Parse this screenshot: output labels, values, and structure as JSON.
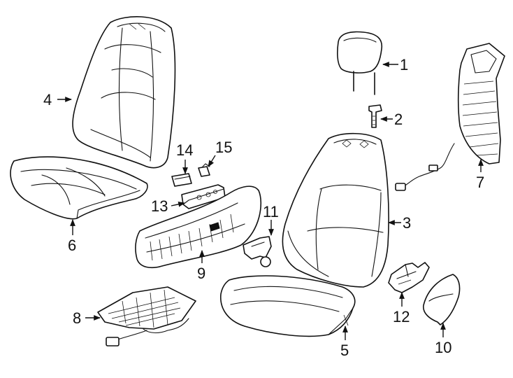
{
  "callouts": [
    {
      "id": "1",
      "label": "1"
    },
    {
      "id": "2",
      "label": "2"
    },
    {
      "id": "3",
      "label": "3"
    },
    {
      "id": "4",
      "label": "4"
    },
    {
      "id": "5",
      "label": "5"
    },
    {
      "id": "6",
      "label": "6"
    },
    {
      "id": "7",
      "label": "7"
    },
    {
      "id": "8",
      "label": "8"
    },
    {
      "id": "9",
      "label": "9"
    },
    {
      "id": "10",
      "label": "10"
    },
    {
      "id": "11",
      "label": "11"
    },
    {
      "id": "12",
      "label": "12"
    },
    {
      "id": "13",
      "label": "13"
    },
    {
      "id": "14",
      "label": "14"
    },
    {
      "id": "15",
      "label": "15"
    }
  ],
  "colors": {
    "line": "#111111",
    "background": "#ffffff"
  }
}
